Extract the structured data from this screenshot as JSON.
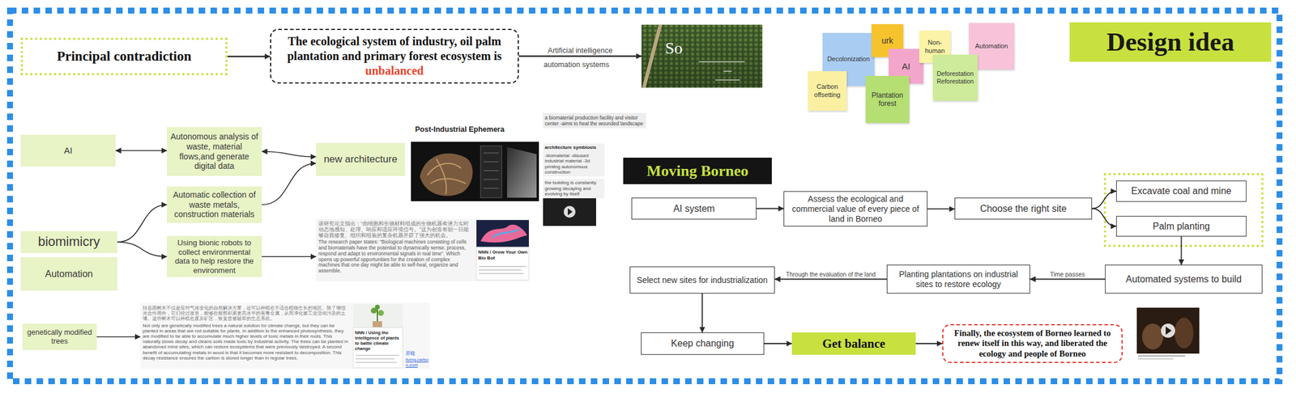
{
  "diagram": {
    "title": "Design idea",
    "nodes": [
      {
        "text": [
          "Principal contradiction"
        ]
      },
      {
        "text": [
          "The ecological system of industry, oil palm plantation and primary forest ecosystem is",
          "unbalanced"
        ]
      },
      {
        "text": [
          "So"
        ]
      },
      {
        "text": [
          "Decolonization"
        ]
      },
      {
        "text": [
          "urk"
        ]
      },
      {
        "text": [
          "AI"
        ]
      },
      {
        "text": [
          "Non-human"
        ]
      },
      {
        "text": [
          "Automation"
        ]
      },
      {
        "text": [
          "Carbon offsetting"
        ]
      },
      {
        "text": [
          "Plantation forest"
        ]
      },
      {
        "text": [
          "Deforestation Reforestation"
        ]
      },
      {
        "text": [
          "AI"
        ]
      },
      {
        "text": [
          "Autonomous analysis of waste, material flows,and generate digital data"
        ]
      },
      {
        "text": [
          "new architecture"
        ]
      },
      {
        "text": [
          "Automatic collection of waste metals, construction materials"
        ]
      },
      {
        "text": [
          "biomimicry"
        ]
      },
      {
        "text": [
          "Automation"
        ]
      },
      {
        "text": [
          "Using bionic robots to collect environmental data to help restore the environment"
        ]
      },
      {
        "text": [
          "该研究论文指出：“由细胞和生物材料组成的生物机器有潜力实时动态地感知、处理、响应和适应环境信号。”这为创造有朝一日能够自我修复、组织和组装的复杂机器开辟了强大的机会。",
          "The research paper states: \"Biological machines consisting of cells and biomaterials have the potential to dynamically sense, process, respond and adapt to environmental signals in real time\". Which opens up powerful opportunities for the creation of complex machines that one day might be able to self-heal, organize and assemble."
        ]
      },
      {
        "text": [
          "genetically modified trees"
        ]
      },
      {
        "text": [
          "转基因树木不仅是应对气候变化的自然解决方案，还可以种植在不适合植物生长的地区。除了增强光合作用外，它们经过改造，能够在根部积累更高水平的有毒金属，从而净化被工业活动污染的土壤。这些树木可以种植在废弃矿区，恢复曾被破坏的生态系统。",
          "Not only are genetically modified trees a natural solution for climate change, but they can be planted in areas that are not suitable for plants. In addition to the enhanced photosynthesis, they are modified to be able to accumulate much higher levels of toxic metals in their roots. This naturally slows decay and cleans soils made toxic by industrial activity. The trees can be planted in abandoned mine sites, which can restore ecosystems that were previously destroyed. A second benefit of accumulating metals in wood is that it becomes more resistant to decomposition. This decay resistance ensures the carbon is stored longer than in regular trees."
        ]
      },
      {
        "text": [
          "Moving Borneo"
        ]
      },
      {
        "text": [
          "AI system"
        ]
      },
      {
        "text": [
          "Assess the ecological and commercial value of every piece of land in Borneo"
        ]
      },
      {
        "text": [
          "Choose the right site"
        ]
      },
      {
        "text": [
          "Excavate coal and mine"
        ]
      },
      {
        "text": [
          "Palm planting"
        ]
      },
      {
        "text": [
          "Automated systems to build"
        ]
      },
      {
        "text": [
          "Planting plantations on industrial sites to restore ecology"
        ]
      },
      {
        "text": [
          "Select new sites for industrialization"
        ]
      },
      {
        "text": [
          "Keep changing"
        ]
      },
      {
        "text": [
          "Get balance"
        ]
      },
      {
        "text": [
          "Finally, the ecosystem of Borneo learned to renew itself in this way, and liberated the ecology and people of Borneo"
        ]
      }
    ],
    "edges": [
      {
        "from": 0,
        "to": 1,
        "arrow": "to"
      },
      {
        "from": 1,
        "to": 2,
        "arrow": "to",
        "label": "Artificial intelligence"
      },
      {
        "from": 11,
        "to": 12,
        "arrow": "both"
      },
      {
        "from": 12,
        "to": 13,
        "arrow": "both"
      },
      {
        "from": 14,
        "to": 13,
        "arrow": "to"
      },
      {
        "from": 15,
        "to": 14,
        "arrow": "to"
      },
      {
        "from": 15,
        "to": 17,
        "arrow": "to"
      },
      {
        "from": 17,
        "to": 18,
        "arrow": "to"
      },
      {
        "from": 19,
        "to": 20,
        "arrow": "to"
      },
      {
        "from": 22,
        "to": 23,
        "arrow": "to"
      },
      {
        "from": 23,
        "to": 24,
        "arrow": "to"
      },
      {
        "from": 24,
        "to": 25,
        "arrow": "to"
      },
      {
        "from": 24,
        "to": 26,
        "arrow": "to"
      },
      {
        "from": 26,
        "to": 27,
        "arrow": "to"
      },
      {
        "from": 27,
        "to": 28,
        "arrow": "to",
        "label": "Time passes"
      },
      {
        "from": 28,
        "to": 29,
        "arrow": "to",
        "label": "Through the evaluation of the land"
      },
      {
        "from": 29,
        "to": 30,
        "arrow": "to"
      },
      {
        "from": 30,
        "to": 31,
        "arrow": "to"
      },
      {
        "from": 31,
        "to": 32,
        "arrow": "to"
      }
    ],
    "labels": [
      "automation systems",
      "Post-Industrial Ephemera",
      "a biomaterial production facility and visitor center -aims to heal the wounded landscape",
      "architecture symbiosis",
      "-biomaterial -disused industrial material -3d printing autonomous construction",
      "the building is constantly growing decaying and evolving by itself",
      "NNN / Grow Your Own Bio Bot",
      "NNN / Using the intelligence of plants to battle climate change",
      "原链",
      "living-carbon.com"
    ]
  }
}
